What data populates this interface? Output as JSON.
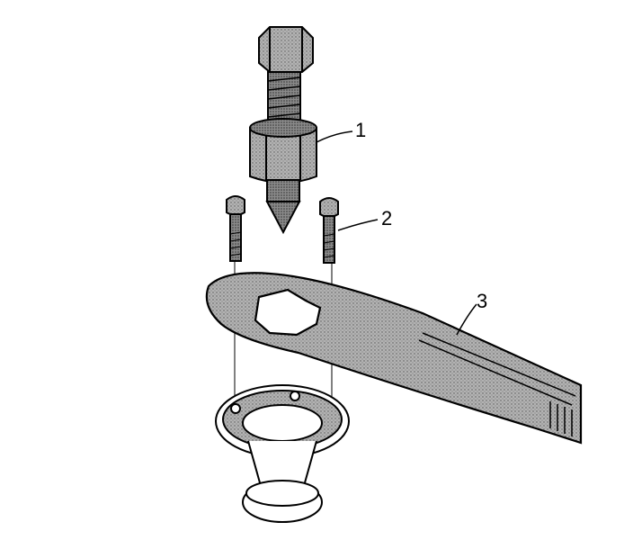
{
  "figure": {
    "callouts": [
      {
        "id": "1",
        "label": "1"
      },
      {
        "id": "2",
        "label": "2"
      },
      {
        "id": "3",
        "label": "3"
      }
    ],
    "colors": {
      "line": "#000000",
      "shade": "#9a9a9a",
      "light_shade": "#d4d4d4",
      "background": "#ffffff"
    }
  }
}
